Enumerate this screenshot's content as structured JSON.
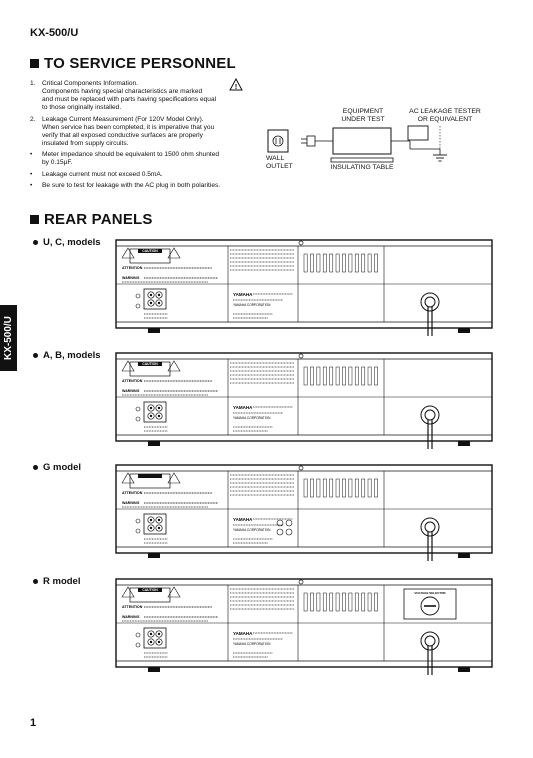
{
  "header": {
    "model": "KX-500/U"
  },
  "side_tab": "KX-500/U",
  "service": {
    "title": "TO SERVICE PERSONNEL",
    "items": [
      {
        "num": "1.",
        "lines": [
          "Critical Components Information.",
          "Components having special characteristics are marked",
          "and must be replaced with parts having specifications equal",
          "to those originally installed."
        ]
      },
      {
        "num": "2.",
        "lines": [
          "Leakage Current Measurement (For 120V Model Only).",
          "When service has been completed, it is imperative that you",
          "verify that all exposed conductive surfaces are properly",
          "insulated from supply circuits."
        ]
      },
      {
        "num": "•",
        "lines": [
          "Meter impedance should be equivalent to 1500 ohm shunted",
          "by 0.15μF."
        ]
      },
      {
        "num": "•",
        "lines": [
          "Leakage current must not exceed 0.5mA."
        ]
      },
      {
        "num": "•",
        "lines": [
          "Be sure to test for leakage with the AC plug in both polarities."
        ]
      }
    ]
  },
  "diagram": {
    "equipment": "EQUIPMENT\nUNDER TEST",
    "tester": "AC LEAKAGE TESTER\nOR EQUIVALENT",
    "wall": "WALL\nOUTLET",
    "table": "INSULATING TABLE"
  },
  "rear": {
    "title": "REAR PANELS",
    "panels": [
      {
        "label": "U, C, models",
        "caution": "CAUTION",
        "brand": "YAMAHA",
        "corp": "YAMAHA CORPORATION"
      },
      {
        "label": "A, B, models",
        "caution": "CAUTION",
        "brand": "YAMAHA",
        "corp": "YAMAHA CORPORATION"
      },
      {
        "label": "G model",
        "caution": "",
        "brand": "YAMAHA",
        "corp": "YAMAHA CORPORATION"
      },
      {
        "label": "R model",
        "caution": "CAUTION",
        "brand": "YAMAHA",
        "corp": "YAMAHA CORPORATION",
        "voltage": "VOLTAGE SELECTOR"
      }
    ],
    "attention": "ATTENTION",
    "warning": "WARNING"
  },
  "page_number": "1"
}
